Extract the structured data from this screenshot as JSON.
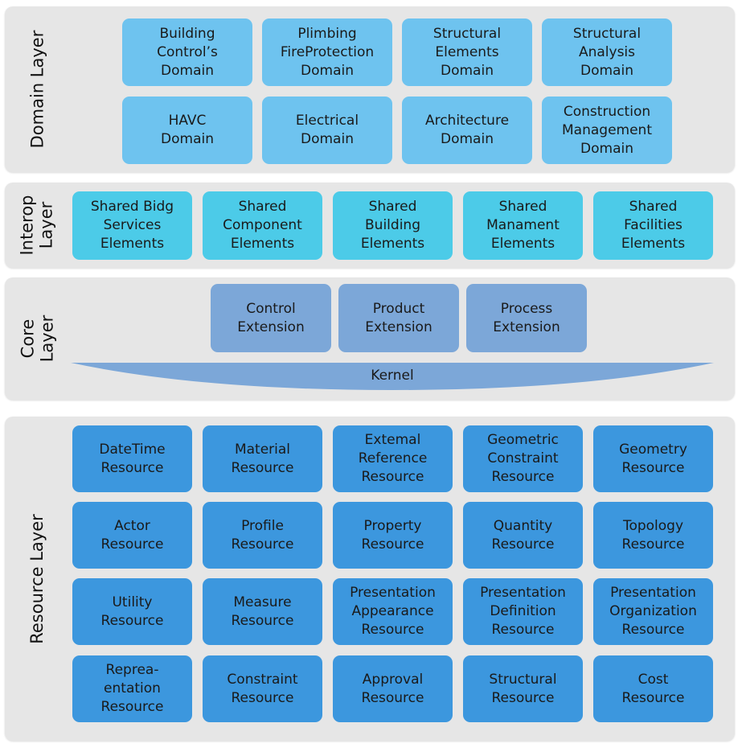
{
  "domain_layer": {
    "label": "Domain Layer",
    "boxes": [
      "Building\nControl’s\nDomain",
      "Plimbing\nFireProtection\nDomain",
      "Structural\nElements\nDomain",
      "Structural\nAnalysis\nDomain",
      "HAVC\nDomain",
      "Electrical\nDomain",
      "Architecture\nDomain",
      "Construction\nManagement\nDomain"
    ]
  },
  "interop_layer": {
    "label": "Interop\nLayer",
    "boxes": [
      "Shared Bidg\nServices\nElements",
      "Shared\nComponent\nElements",
      "Shared\nBuilding\nElements",
      "Shared\nManament\nElements",
      "Shared\nFacilities\nElements"
    ]
  },
  "core_layer": {
    "label": "Core\nLayer",
    "boxes": [
      "Control\nExtension",
      "Product\nExtension",
      "Process\nExtension"
    ],
    "kernel": "Kernel"
  },
  "resource_layer": {
    "label": "Resource Layer",
    "boxes": [
      "DateTime\nResource",
      "Material\nResource",
      "Extemal\nReference\nResource",
      "Geometric\nConstraint\nResource",
      "Geometry\nResource",
      "Actor\nResource",
      "Profile\nResource",
      "Property\nResource",
      "Quantity\nResource",
      "Topology\nResource",
      "Utility\nResource",
      "Measure\nResource",
      "Presentation\nAppearance\nResource",
      "Presentation\nDefinition\nResource",
      "Presentation\nOrganization\nResource",
      "Reprea-\nentation\nResource",
      "Constraint\nResource",
      "Approval\nResource",
      "Structural\nResource",
      "Cost\nResource"
    ]
  }
}
